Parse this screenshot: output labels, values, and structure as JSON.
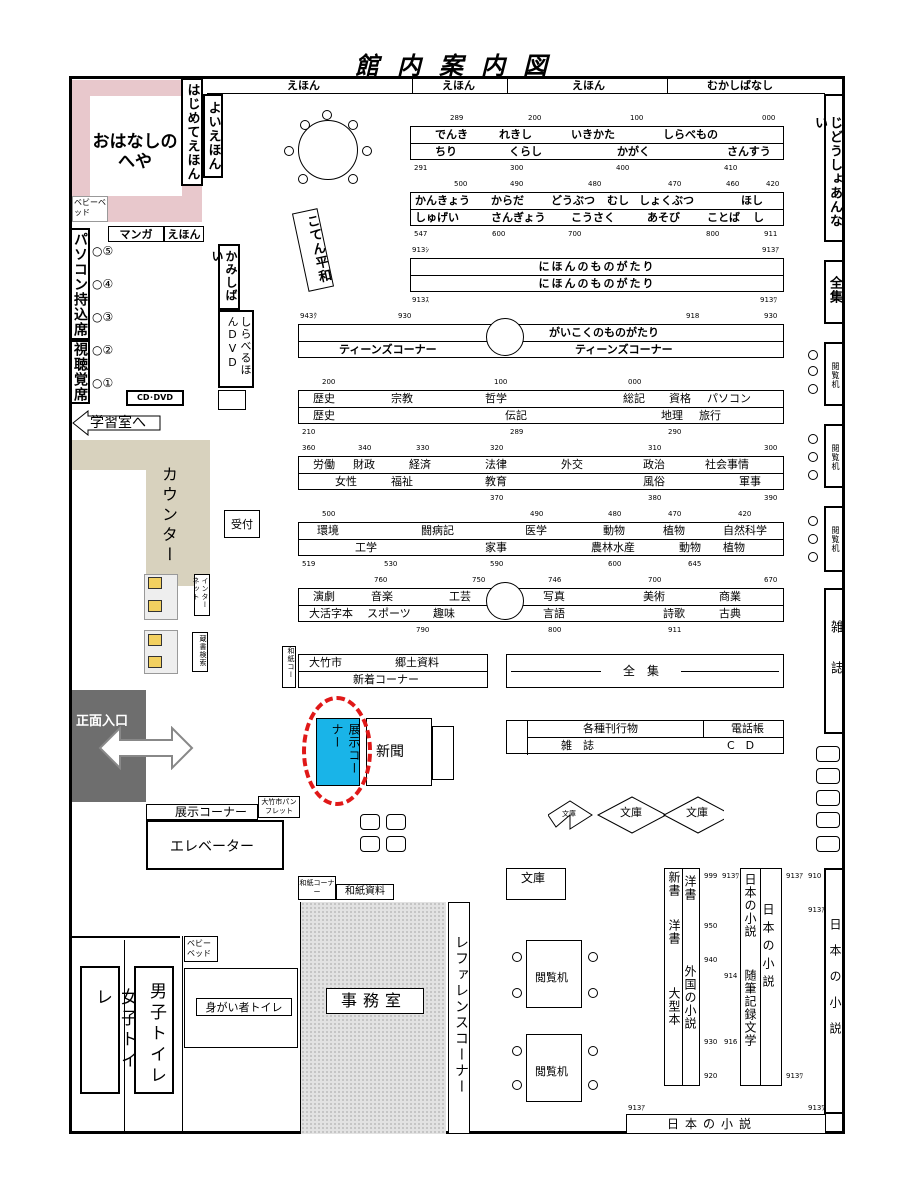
{
  "title": "館内案内図",
  "areas": {
    "ohanashi": "おはなしのへや",
    "hajimete": "はじめてえほん",
    "yoi_ehon": "よいえほん",
    "baby_bed": "ベビーベッド",
    "manga": "マンガ",
    "ehon_small": "えほん",
    "pc_seats": "パソコン持込席",
    "av_seats": "視聴覚席",
    "seat_nums": [
      "⑤",
      "④",
      "③",
      "②",
      "①"
    ],
    "cd_dvd": "CD･DVD",
    "gakushu": "学習室へ",
    "counter": "カウンター",
    "uketsuke": "受付",
    "internet": "インターネット",
    "zosho_kensaku": "蔵書検索",
    "entrance": "正面入口",
    "tenji_corner_label": "展示コーナー",
    "tenji_corner_small": "展示コーナー",
    "shinbun": "新聞",
    "elevator": "エレベーター",
    "otake_pamphlet": "大竹市パンフレット",
    "washi_corner": "和紙コーナー",
    "washi_shiryo": "和紙資料",
    "jimushitsu": "事務室",
    "reference": "レファレンスコーナー",
    "josei_toilet": "女子トイレ",
    "dansei_toilet": "男子トイレ",
    "shogai_toilet": "身がい者トイレ",
    "baby_bed2": "ベビーベッド",
    "kotten_heiwa": "こてん平和",
    "kamishibai": "かみしばい",
    "shiraberu_dvd": "しらべるほんDVD",
    "douwa_annai": "じどうしょあんない",
    "zenshu_side": "全集",
    "etsuranki": "閲覧机",
    "zasshi": "雑誌",
    "bunko": "文庫",
    "nihon_shosetsu_v": "日本の小説",
    "nihon_shosetsu_bottom": "日本の小説"
  },
  "top_row": [
    "えほん",
    "えほん",
    "えほん",
    "むかしばなし"
  ],
  "kids": {
    "r1_nums": [
      "289",
      "200",
      "100",
      "000"
    ],
    "r1a": [
      "でんき",
      "れきし",
      "いきかた",
      "しらべもの"
    ],
    "r1b": [
      "ちり",
      "くらし",
      "かがく",
      "さんすう"
    ],
    "r1b_nums": [
      "291",
      "300",
      "400",
      "410"
    ],
    "r2_nums": [
      "500",
      "490",
      "480",
      "470",
      "460",
      "420"
    ],
    "r2a": [
      "かんきょう",
      "からだ",
      "どうぶつ",
      "むし",
      "しょくぶつ",
      "ほし"
    ],
    "r2b": [
      "しゅげい",
      "さんぎょう",
      "こうさく",
      "あそび",
      "ことば",
      "し"
    ],
    "r2b_nums": [
      "547",
      "600",
      "700",
      "800",
      "911"
    ],
    "r3_nums_top": [
      "913ｼ",
      "913ｱ"
    ],
    "r3a": "にほんのものがたり",
    "r3b": "にほんのものがたり",
    "r3_nums_bot": [
      "913ｽ",
      "913ﾜ"
    ],
    "r4_nums": [
      "943ｸ",
      "930",
      "918",
      "930"
    ],
    "r4a": "がいこくのものがたり",
    "r4b": [
      "ティーンズコーナー",
      "ティーンズコーナー"
    ]
  },
  "adult": {
    "g1_nums": [
      "200",
      "100",
      "000"
    ],
    "g1a": [
      "歴史",
      "宗教",
      "哲学",
      "総記",
      "資格",
      "パソコン"
    ],
    "g1b": [
      "歴史",
      "伝記",
      "地理",
      "旅行"
    ],
    "g1b_nums": [
      "210",
      "289",
      "290"
    ],
    "g2_nums": [
      "360",
      "340",
      "330",
      "320",
      "310",
      "300"
    ],
    "g2a": [
      "労働",
      "財政",
      "経済",
      "法律",
      "外交",
      "政治",
      "社会事情"
    ],
    "g2b": [
      "女性",
      "福祉",
      "教育",
      "風俗",
      "軍事"
    ],
    "g2b_nums": [
      "370",
      "380",
      "390"
    ],
    "g3_nums": [
      "500",
      "490",
      "480",
      "470",
      "420"
    ],
    "g3a": [
      "環境",
      "闘病記",
      "医学",
      "動物",
      "植物",
      "自然科学"
    ],
    "g3b": [
      "工学",
      "家事",
      "農林水産",
      "動物",
      "植物"
    ],
    "g3b_nums": [
      "519",
      "530",
      "590",
      "600",
      "645"
    ],
    "g4_nums": [
      "760",
      "750",
      "746",
      "700",
      "670"
    ],
    "g4a": [
      "演劇",
      "音楽",
      "工芸",
      "写真",
      "美術",
      "商業"
    ],
    "g4b": [
      "大活字本",
      "スポーツ",
      "趣味",
      "言語",
      "詩歌",
      "古典"
    ],
    "g4b_nums": [
      "790",
      "800",
      "911"
    ],
    "otake": [
      "大竹市",
      "郷土資料"
    ],
    "shinchaku": "新着コーナー",
    "washi_small": "和紙コー",
    "zenshu": "全　集",
    "kakushu": "各種刊行物",
    "denwacho": "電話帳",
    "zasshi_row": "雑　誌",
    "cd": "C　D"
  },
  "fiction": {
    "shinsho": "新書",
    "yousho1": "洋書",
    "yousho2": "洋書",
    "taikei": "大型本",
    "gaikoku": "外国の小説",
    "nihon_col": "日本の小説",
    "zuihitsu": "随筆記録文学",
    "nihon_col2": "日本の小説",
    "nums": [
      "999",
      "913ﾜ",
      "950",
      "940",
      "914",
      "930",
      "916",
      "920",
      "913ｱ",
      "913ﾜ",
      "910",
      "913ｱ",
      "913ｱ",
      "913ﾜ",
      "913ｶ"
    ]
  },
  "colors": {
    "pink": "#e8c8cc",
    "tan": "#d8d2be",
    "gray": "#6e6e6e",
    "cyan": "#19b4e8",
    "red": "#e01818",
    "dots": "#e0e0e0"
  }
}
